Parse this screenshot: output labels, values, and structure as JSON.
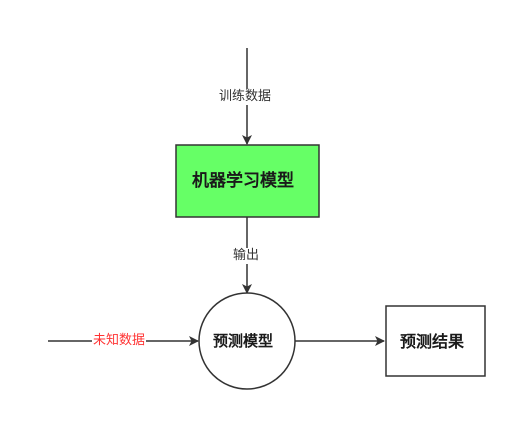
{
  "diagram": {
    "colors": {
      "process_box_fill": "#66ff66",
      "stroke": "#333333",
      "highlight_text": "#ff3333"
    },
    "nodes": {
      "ml_model": {
        "label": "机器学习模型",
        "shape": "rectangle"
      },
      "prediction_model": {
        "label": "预测模型",
        "shape": "circle"
      },
      "prediction_result": {
        "label": "预测结果",
        "shape": "rectangle"
      }
    },
    "edges": {
      "training_data": {
        "label": "训练数据"
      },
      "output": {
        "label": "输出"
      },
      "unknown_data": {
        "label": "未知数据"
      }
    }
  }
}
